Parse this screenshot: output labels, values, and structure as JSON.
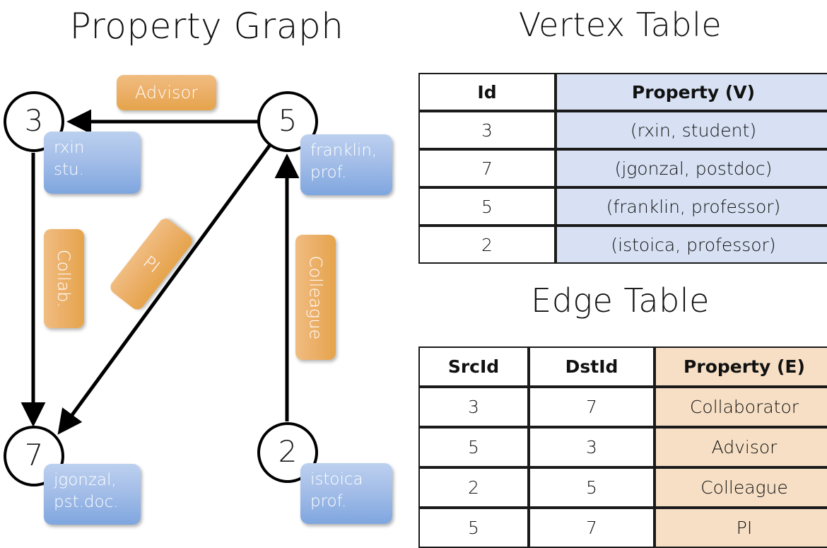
{
  "panels": {
    "graph_title": "Property Graph",
    "vertex_title": "Vertex Table",
    "edge_title": "Edge Table"
  },
  "graph": {
    "nodes": [
      {
        "id": "3",
        "name": "node-3",
        "property_line1": "rxin",
        "property_line2": "stu."
      },
      {
        "id": "5",
        "name": "node-5",
        "property_line1": "franklin,",
        "property_line2": "prof."
      },
      {
        "id": "7",
        "name": "node-7",
        "property_line1": "jgonzal,",
        "property_line2": "pst.doc."
      },
      {
        "id": "2",
        "name": "node-2",
        "property_line1": "istoica",
        "property_line2": "prof."
      }
    ],
    "edge_labels": [
      {
        "name": "advisor-label",
        "text": "Advisor"
      },
      {
        "name": "collab-label",
        "text": "Collab."
      },
      {
        "name": "pi-label",
        "text": "PI"
      },
      {
        "name": "colleague-label",
        "text": "Colleague"
      }
    ]
  },
  "vertex_table": {
    "headers": [
      "Id",
      "Property (V)"
    ],
    "rows": [
      {
        "id": "3",
        "property": "(rxin, student)"
      },
      {
        "id": "7",
        "property": "(jgonzal, postdoc)"
      },
      {
        "id": "5",
        "property": "(franklin, professor)"
      },
      {
        "id": "2",
        "property": "(istoica, professor)"
      }
    ]
  },
  "edge_table": {
    "headers": [
      "SrcId",
      "DstId",
      "Property (E)"
    ],
    "rows": [
      {
        "src": "3",
        "dst": "7",
        "property": "Collaborator"
      },
      {
        "src": "5",
        "dst": "3",
        "property": "Advisor"
      },
      {
        "src": "2",
        "dst": "5",
        "property": "Colleague"
      },
      {
        "src": "5",
        "dst": "7",
        "property": "PI"
      }
    ]
  },
  "colors": {
    "vertex_bubble": "#a7c0e9",
    "edge_bubble": "#ecb06a",
    "vertex_table_fill": "#d7e1f3",
    "edge_table_fill": "#f7dfc5",
    "stroke": "#000000"
  }
}
